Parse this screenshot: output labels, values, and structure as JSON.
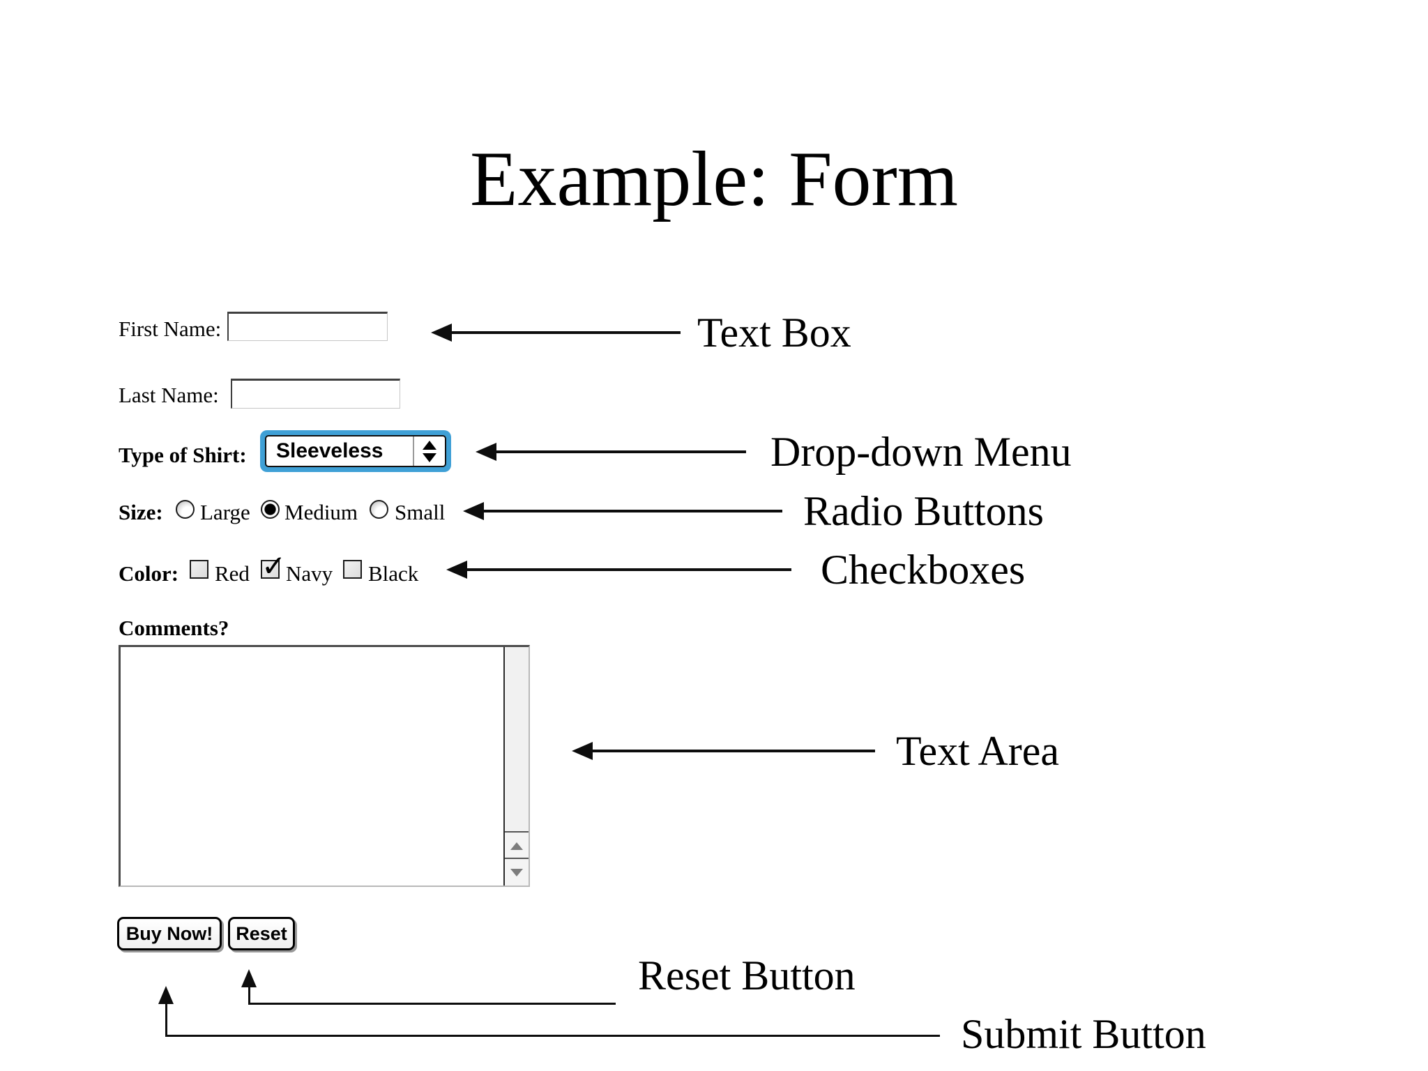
{
  "slide": {
    "title": "Example: Form"
  },
  "form": {
    "first_name": {
      "label": "First Name:",
      "value": "",
      "placeholder": ""
    },
    "last_name": {
      "label": "Last Name:",
      "value": "",
      "placeholder": ""
    },
    "shirt_type": {
      "label": "Type of Shirt:",
      "selected": "Sleeveless",
      "focused": true
    },
    "size": {
      "label": "Size:",
      "options": [
        {
          "label": "Large",
          "selected": false
        },
        {
          "label": "Medium",
          "selected": true
        },
        {
          "label": "Small",
          "selected": false
        }
      ]
    },
    "color": {
      "label": "Color:",
      "options": [
        {
          "label": "Red",
          "checked": false
        },
        {
          "label": "Navy",
          "checked": true
        },
        {
          "label": "Black",
          "checked": false
        }
      ]
    },
    "comments": {
      "label": "Comments?",
      "value": ""
    },
    "submit_label": "Buy Now!",
    "reset_label": "Reset"
  },
  "annotations": {
    "text_box": "Text Box",
    "dropdown": "Drop-down Menu",
    "radio": "Radio Buttons",
    "checkboxes": "Checkboxes",
    "text_area": "Text Area",
    "reset": "Reset Button",
    "submit": "Submit Button"
  },
  "icons": {
    "dropdown_spinner": "⬍",
    "scroll_up": "▲",
    "scroll_down": "▼"
  },
  "colors": {
    "background": "#ffffff",
    "text": "#000000",
    "focus_ring": "#3fa0d6",
    "arrow": "#0d0d0d",
    "scrollbar_track": "#f1f1f1"
  }
}
